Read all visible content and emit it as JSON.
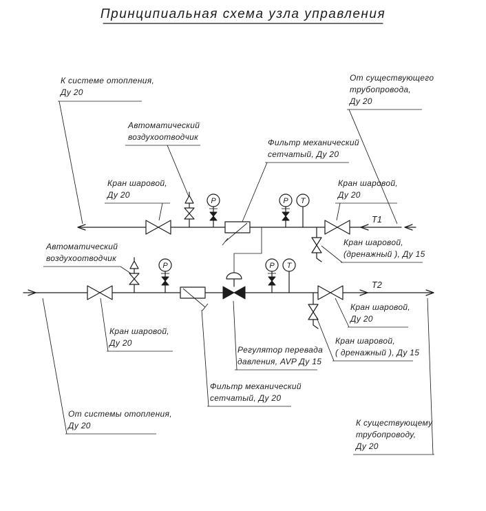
{
  "title": "Принципиальная схема узла управления",
  "colors": {
    "line": "#1c1c1c",
    "background": "#ffffff"
  },
  "pipelines": {
    "t1_label": "Т1",
    "t2_label": "Т2"
  },
  "instruments": {
    "pressure_letter": "Р",
    "temperature_letter": "Т"
  },
  "labels": [
    {
      "id": "to-heating-system",
      "lines": [
        "К системе отопления,",
        "Ду 20"
      ]
    },
    {
      "id": "from-existing-pipeline",
      "lines": [
        "От существующего",
        "трубопровода,",
        "Ду 20"
      ]
    },
    {
      "id": "air-vent-top",
      "lines": [
        "Автоматический",
        "воздухоотводчик"
      ]
    },
    {
      "id": "filter-top",
      "lines": [
        "Фильтр механический",
        "сетчатый, Ду 20"
      ]
    },
    {
      "id": "ball-valve-top-left",
      "lines": [
        "Кран шаровой,",
        "Ду 20"
      ]
    },
    {
      "id": "ball-valve-top-right",
      "lines": [
        "Кран шаровой,",
        "Ду 20"
      ]
    },
    {
      "id": "drain-valve-top",
      "lines": [
        "Кран шаровой,",
        "(дренажный ),  Ду 15"
      ]
    },
    {
      "id": "air-vent-bottom",
      "lines": [
        "Автоматический",
        "воздухоотводчик"
      ]
    },
    {
      "id": "ball-valve-bottom-left",
      "lines": [
        "Кран шаровой,",
        "Ду 20"
      ]
    },
    {
      "id": "pressure-regulator",
      "lines": [
        "Регулятор перевада",
        "давления, AVP  Ду 15"
      ]
    },
    {
      "id": "drain-valve-bottom",
      "lines": [
        "Кран шаровой,",
        "( дренажный ),  Ду 15"
      ]
    },
    {
      "id": "ball-valve-bottom-right",
      "lines": [
        "Кран шаровой,",
        "Ду 20"
      ]
    },
    {
      "id": "filter-bottom",
      "lines": [
        "Фильтр механический",
        "сетчатый, Ду 20"
      ]
    },
    {
      "id": "from-heating-system",
      "lines": [
        "От системы отопления,",
        "Ду 20"
      ]
    },
    {
      "id": "to-existing-pipeline",
      "lines": [
        "К существующему",
        "трубопроводу,",
        "Ду 20"
      ]
    }
  ]
}
